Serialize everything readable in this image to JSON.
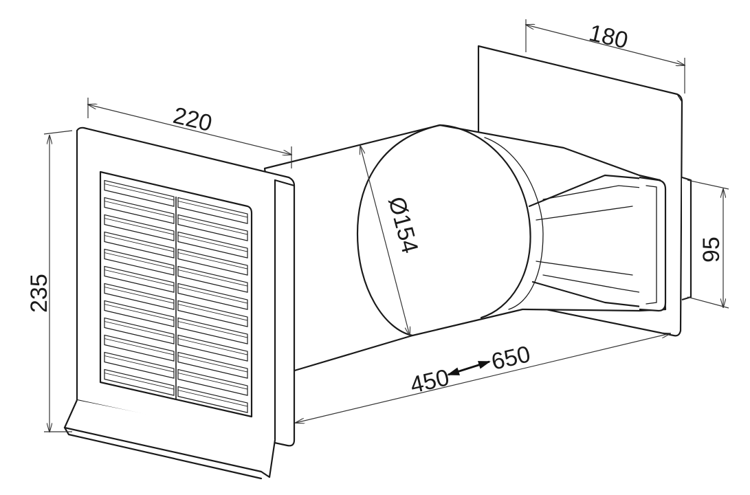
{
  "dimensions": {
    "grille_width": "220",
    "grille_height": "235",
    "duct_diameter": "Ø154",
    "length_min": "450",
    "length_max": "650",
    "plate_width": "180",
    "outlet_height": "95"
  },
  "colors": {
    "line": "#1a1a1a",
    "background": "#ffffff"
  },
  "icons": {
    "range_arrow": "double-arrow-icon"
  }
}
